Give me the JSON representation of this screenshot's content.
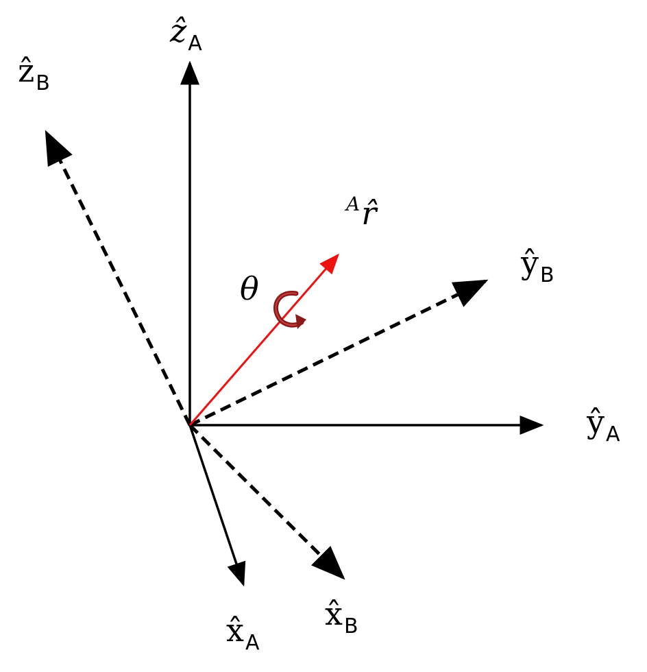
{
  "colors": {
    "frame_a": "#000000",
    "frame_b": "#000000",
    "rotation_axis": "#ee1111",
    "rotation_arrow": "#8b1a1a"
  },
  "labels": {
    "za": {
      "base": "ẑ",
      "sub": "A"
    },
    "zb": {
      "base": "ẑ",
      "sub": "B"
    },
    "ya": {
      "base": "ŷ",
      "sub": "A"
    },
    "yb": {
      "base": "ŷ",
      "sub": "B"
    },
    "xa": {
      "base": "x̂",
      "sub": "A"
    },
    "xb": {
      "base": "x̂",
      "sub": "B"
    },
    "r": {
      "sup": "A",
      "base": "r̂"
    },
    "theta": "θ"
  },
  "icons": {
    "rotation": "curved-rotation-arrow-icon"
  }
}
